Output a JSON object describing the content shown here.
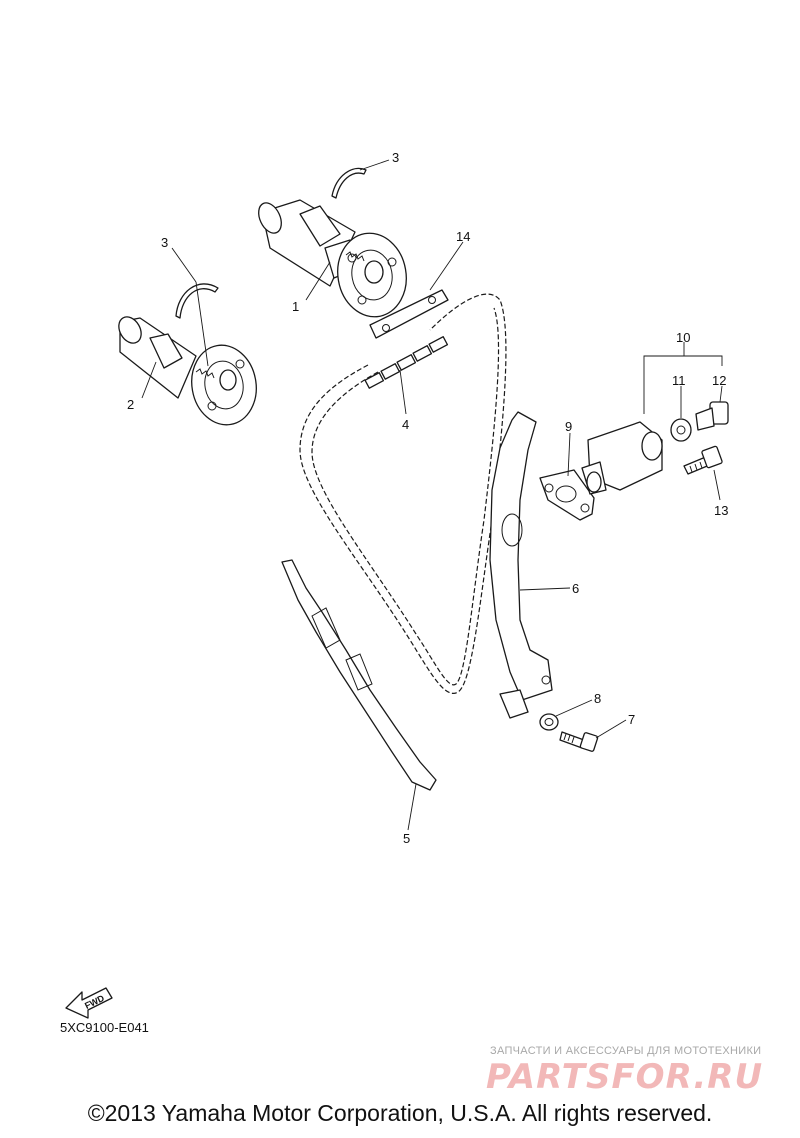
{
  "callouts": {
    "c1": "1",
    "c2": "2",
    "c3a": "3",
    "c3b": "3",
    "c4": "4",
    "c5": "5",
    "c6": "6",
    "c7": "7",
    "c8": "8",
    "c9": "9",
    "c10": "10",
    "c11": "11",
    "c12": "12",
    "c13": "13",
    "c14": "14"
  },
  "fwd_label": "FWD",
  "diagram_code": "5XC9100-E041",
  "watermark": {
    "tagline": "ЗАПЧАСТИ И АКСЕССУАРЫ ДЛЯ МОТОТЕХНИКИ",
    "logo": "PARTSFOR.RU"
  },
  "copyright": "©2013 Yamaha Motor Corporation, U.S.A. All rights reserved.",
  "colors": {
    "line": "#1a1a1a",
    "watermark_logo": "#f2b8b8",
    "watermark_text": "#a8a8a8"
  }
}
